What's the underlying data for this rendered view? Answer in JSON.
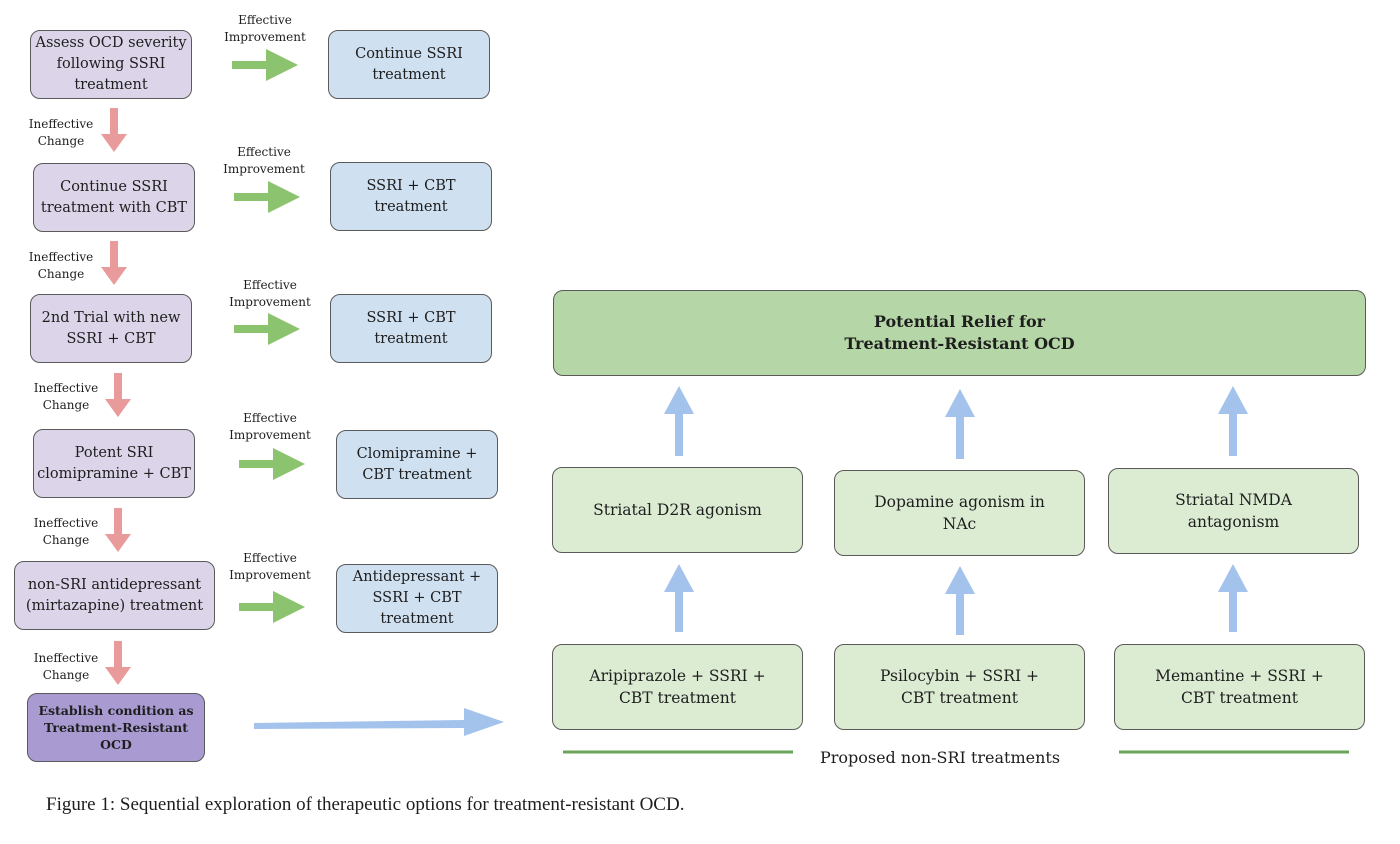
{
  "steps": [
    {
      "text": "Assess OCD severity\nfollowing SSRI\ntreatment"
    },
    {
      "text": "Continue SSRI\ntreatment with CBT"
    },
    {
      "text": "2nd Trial with new\nSSRI + CBT"
    },
    {
      "text": "Potent SRI\nclomipramine + CBT"
    },
    {
      "text": "non-SRI antidepressant\n(mirtazapine) treatment"
    }
  ],
  "final_step": "Establish condition as\nTreatment-Resistant OCD",
  "outcomes": [
    {
      "text": "Continue SSRI\ntreatment"
    },
    {
      "text": "SSRI + CBT\ntreatment"
    },
    {
      "text": "SSRI + CBT\ntreatment"
    },
    {
      "text": "Clomipramine +\nCBT treatment"
    },
    {
      "text": "Antidepressant +\nSSRI + CBT\ntreatment"
    }
  ],
  "labels": {
    "effective": "Effective\nImprovement",
    "ineffective": "Ineffective\nChange"
  },
  "relief": "Potential Relief for\nTreatment-Resistant OCD",
  "mechanisms": [
    {
      "text": "Striatal D2R agonism"
    },
    {
      "text": "Dopamine agonism in\nNAc"
    },
    {
      "text": "Striatal NMDA\nantagonism"
    }
  ],
  "treatments": [
    {
      "text": "Aripiprazole + SSRI +\nCBT treatment"
    },
    {
      "text": "Psilocybin + SSRI +\nCBT treatment"
    },
    {
      "text": "Memantine + SSRI +\nCBT treatment"
    }
  ],
  "proposed_label": "Proposed non-SRI treatments",
  "caption": "Figure 1: Sequential exploration of therapeutic options for treatment-resistant OCD.",
  "colors": {
    "step": "#dcd5e9",
    "outcome": "#cfe0f1",
    "final": "#a99ad2",
    "mechanism": "#dcecd3",
    "relief": "#b5d6a6",
    "effective_arrow": "#8cc36e",
    "ineffective_arrow": "#e99a9a",
    "blue_arrow": "#a3c3ec",
    "proposed_line": "#6aa55a"
  }
}
